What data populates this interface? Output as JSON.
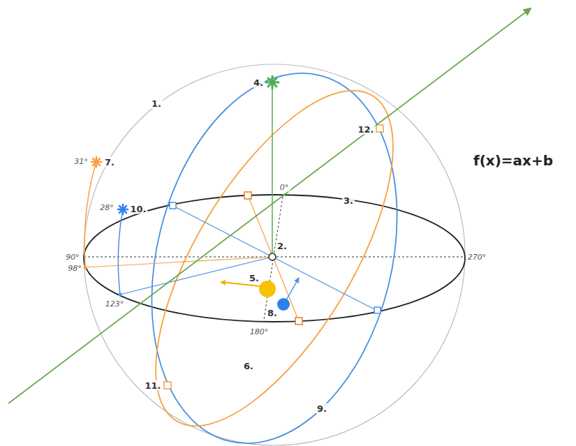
{
  "diagram": {
    "labels": [
      "1.",
      "2.",
      "3.",
      "4.",
      "5.",
      "6.",
      "7.",
      "8.",
      "9.",
      "10.",
      "11.",
      "12.",
      "0°",
      "90°",
      "180°",
      "270°",
      "98°",
      "123°",
      "31°",
      "28°",
      "f(x)=ax+b"
    ]
  }
}
